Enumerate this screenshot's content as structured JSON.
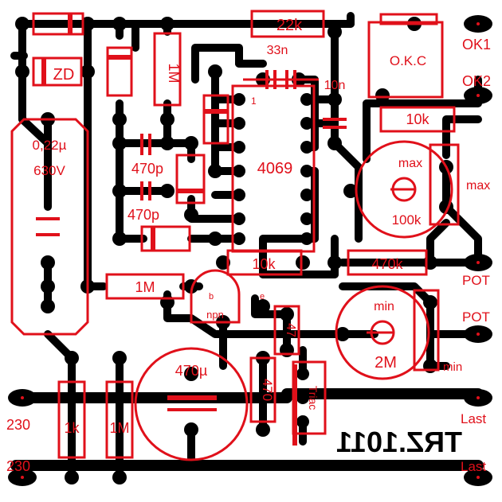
{
  "board": {
    "code_mirrored": "TRZ.1011"
  },
  "labels": {
    "ic": "4069",
    "pin1": "1",
    "r_22k": "22k",
    "c_33n": "33n",
    "c_10n": "10n",
    "okc": "O.K.C",
    "ok1": "OK1",
    "ok2": "OK2",
    "r_10k_top": "10k",
    "pot_max": "max",
    "pot_max_side": "max",
    "pot_100k": "100k",
    "pot_label_1": "POT",
    "pot_label_2": "POT",
    "pot_min": "min",
    "pot_min_side": "min",
    "pot_2m": "2M",
    "r_470k": "470k",
    "r_10k_mid": "10k",
    "zd": "ZD",
    "r_1m_top": "1M",
    "cap_value": "0,22µ",
    "cap_voltage": "630V",
    "c_470p_1": "470p",
    "c_470p_2": "470p",
    "r_1m_mid": "1M",
    "npn_b": "b",
    "npn": "npn",
    "npn_e": "e",
    "r_47": "47",
    "r_470": "470",
    "triac": "Triac",
    "elko": "470µ",
    "r_1k": "1k",
    "r_1m_bottom": "1M",
    "v230_1": "230",
    "v230_2": "230",
    "last_1": "Last",
    "last_2": "Last"
  },
  "colors": {
    "copper": "#000000",
    "silkscreen": "#e0101a",
    "background": "#ffffff"
  }
}
